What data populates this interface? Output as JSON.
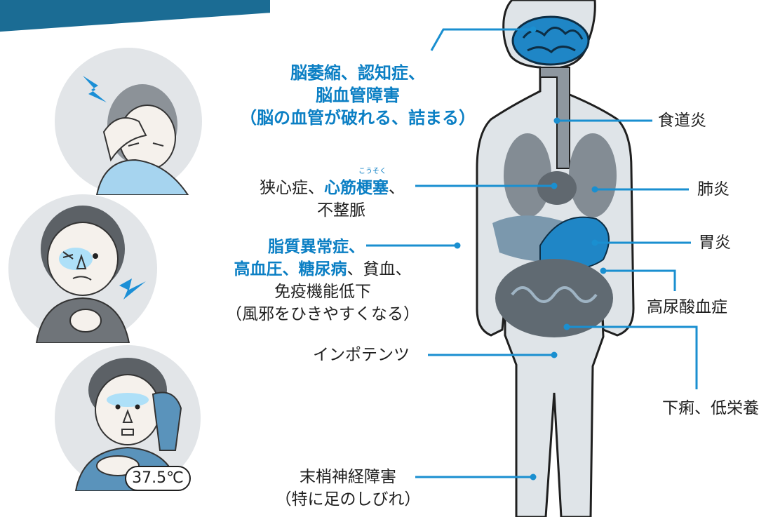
{
  "labels": {
    "brain": [
      "脳萎縮、認知症、",
      "脳血管障害",
      "（脳の血管が破れる、詰まる）"
    ],
    "heart_a": "狭心症、",
    "heart_b": "心筋",
    "heart_c": "梗塞",
    "heart_ruby": "こうそく",
    "heart_d": "、",
    "heart_e": "不整脈",
    "metab_a": "脂質異常症、",
    "metab_b": "高血圧、糖尿病",
    "metab_c": "、貧血、",
    "metab_d": "免疫機能低下",
    "metab_e": "（風邪をひきやすくなる）",
    "impotence": "インポテンツ",
    "neuro": [
      "末梢神経障害",
      "（特に足のしびれ）"
    ],
    "esophagitis": "食道炎",
    "pneumonia": "肺炎",
    "gastritis": "胃炎",
    "hyperuricemia": "高尿酸血症",
    "diarrhea": "下痢、低栄養"
  },
  "temperature": "37.5℃",
  "colors": {
    "accent": "#0b7fc4",
    "banner": "#1b6c94",
    "body": "#dfe4e8",
    "organ": "#707a83",
    "brain": "#1f86c6"
  },
  "icons": [
    "headache-icon",
    "lightning-icon",
    "chest-pain-icon",
    "fever-icon"
  ]
}
